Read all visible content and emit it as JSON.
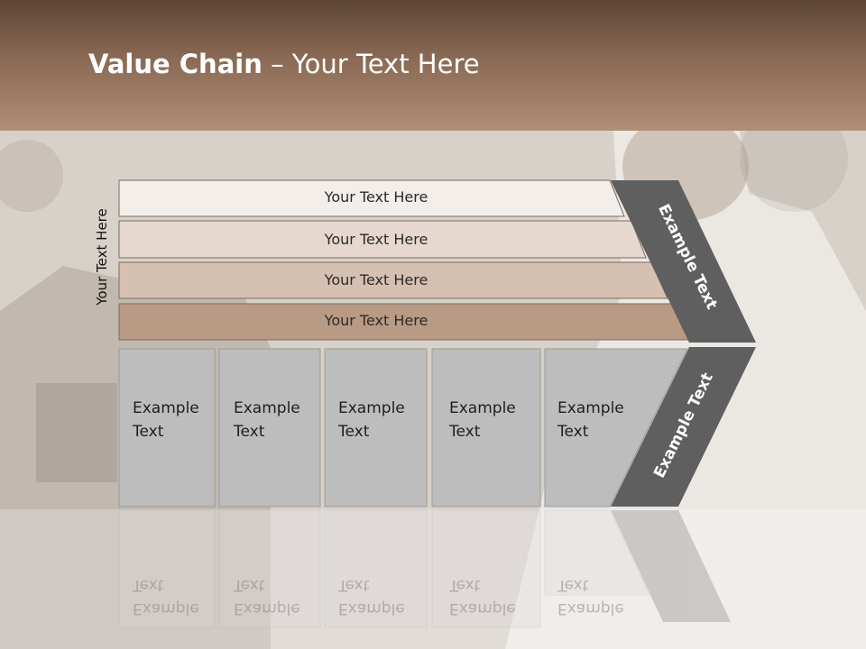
{
  "slide": {
    "title_bold": "Value Chain",
    "title_rest": " – Your Text Here",
    "vertical_label": "Your Text Here",
    "bars": [
      {
        "label": "Your Text Here",
        "fill": "#f3eeea"
      },
      {
        "label": "Your Text Here",
        "fill": "#e6d8ce"
      },
      {
        "label": "Your Text Here",
        "fill": "#d6c0b1"
      },
      {
        "label": "Your Text Here",
        "fill": "#b89a85"
      }
    ],
    "boxes": [
      {
        "line1": "Example",
        "line2": "Text"
      },
      {
        "line1": "Example",
        "line2": "Text"
      },
      {
        "line1": "Example",
        "line2": "Text"
      },
      {
        "line1": "Example",
        "line2": "Text"
      },
      {
        "line1": "Example",
        "line2": "Text"
      }
    ],
    "chevron_top_label": "Example Text",
    "chevron_bottom_label": "Example Text",
    "chevron_color": "#5f5f5f",
    "box_color": "#bdbdbd"
  }
}
